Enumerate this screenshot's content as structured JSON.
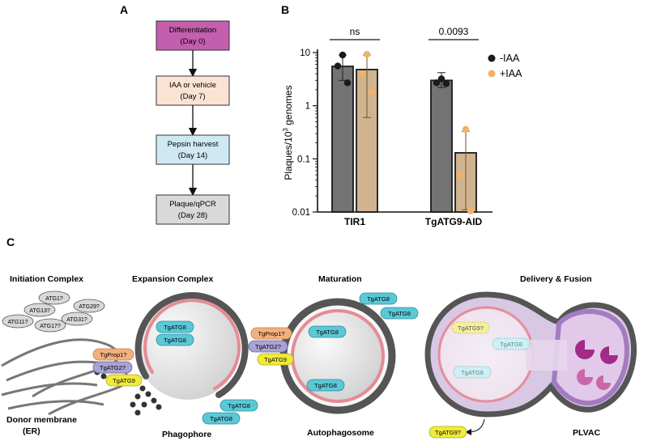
{
  "panel_a": {
    "letter": "A",
    "steps": [
      {
        "line1": "Differentiation",
        "line2": "(Day 0)",
        "fill": "#c45fae"
      },
      {
        "line1": "IAA or vehicle",
        "line2": "(Day 7)",
        "fill": "#fbe3d4"
      },
      {
        "line1": "Pepsin harvest",
        "line2": "(Day 14)",
        "fill": "#cfe9f4"
      },
      {
        "line1": "Plaque/qPCR",
        "line2": "(Day 28)",
        "fill": "#d9d9d9"
      }
    ]
  },
  "panel_b": {
    "letter": "B",
    "ylabel_main": "Plaques/10",
    "ylabel_sup": "3",
    "ylabel_tail": " genomes",
    "ticks": [
      "10",
      "1",
      "0.1",
      "0.01"
    ],
    "sig": [
      "ns",
      "0.0093"
    ],
    "legend": [
      {
        "label": "-IAA",
        "color": "#1a1a1a"
      },
      {
        "label": "+IAA",
        "color": "#f2b266"
      }
    ]
  },
  "chart_data": {
    "type": "bar",
    "categories": [
      "TIR1",
      "TgATG9-AID"
    ],
    "ylim": [
      0.01,
      10
    ],
    "yscale": "log",
    "grid": false,
    "legend_position": "top-right",
    "series": [
      {
        "name": "-IAA",
        "color": "#737373",
        "point_color": "#1a1a1a",
        "values": [
          5.5,
          3.0
        ],
        "err_low": [
          3.0,
          2.2
        ],
        "err_high": [
          9.0,
          4.2
        ],
        "points": [
          [
            9.0,
            5.6,
            2.7
          ],
          [
            3.2,
            2.7,
            2.6
          ]
        ]
      },
      {
        "name": "+IAA",
        "color": "#cfb48f",
        "point_color": "#f2b266",
        "values": [
          4.8,
          0.13
        ],
        "err_low": [
          0.6,
          0.011
        ],
        "err_high": [
          9.0,
          0.33
        ],
        "points": [
          [
            9.3,
            4.0,
            1.8
          ],
          [
            0.36,
            0.05,
            0.0105
          ]
        ]
      }
    ],
    "significance": [
      "ns",
      "0.0093"
    ]
  },
  "panel_c": {
    "letter": "C",
    "headers": [
      "Initiation Complex",
      "Expansion Complex",
      "Maturation",
      "Delivery & Fusion"
    ],
    "initiation_atgs": [
      "ATG1?",
      "ATG13?",
      "ATG29?",
      "ATG11?",
      "ATG17?",
      "ATG31?"
    ],
    "donor_line1": "Donor membrane",
    "donor_line2": "(ER)",
    "phagophore": "Phagophore",
    "autophagosome": "Autophagosome",
    "plvac": "PLVAC",
    "tgatg8": "TgATG8",
    "tgprop1": "TgProp1?",
    "tgatg2": "TgATG2?",
    "tgatg9": "TgATG9",
    "tgatg9q": "TgATG9?"
  }
}
